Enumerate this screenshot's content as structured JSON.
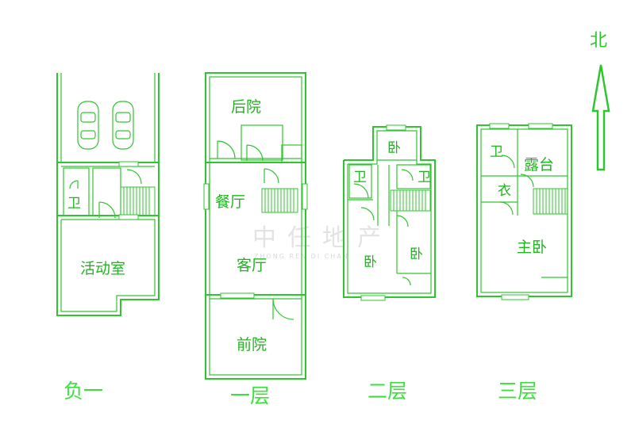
{
  "watermark": {
    "text": "中任地产",
    "sub": "ZHONG REN DI CHAN"
  },
  "north": {
    "label": "北"
  },
  "floors": [
    {
      "id": "b1",
      "label": "负一",
      "rooms": [
        {
          "id": "bath",
          "label": "卫"
        },
        {
          "id": "activity",
          "label": "活动室"
        }
      ]
    },
    {
      "id": "f1",
      "label": "一层",
      "rooms": [
        {
          "id": "backyard",
          "label": "后院"
        },
        {
          "id": "dining",
          "label": "餐厅"
        },
        {
          "id": "living",
          "label": "客厅"
        },
        {
          "id": "frontyard",
          "label": "前院"
        }
      ]
    },
    {
      "id": "f2",
      "label": "二层",
      "rooms": [
        {
          "id": "bed-top",
          "label": "卧"
        },
        {
          "id": "bath-left",
          "label": "卫"
        },
        {
          "id": "bath-right",
          "label": "卫"
        },
        {
          "id": "bed-left",
          "label": "卧"
        },
        {
          "id": "bed-right",
          "label": "卧"
        }
      ]
    },
    {
      "id": "f3",
      "label": "三层",
      "rooms": [
        {
          "id": "bath",
          "label": "卫"
        },
        {
          "id": "terrace",
          "label": "露台"
        },
        {
          "id": "closet",
          "label": "衣"
        },
        {
          "id": "master",
          "label": "主卧"
        }
      ]
    }
  ],
  "colors": {
    "wall": "#2fc52f",
    "label": "#22b322",
    "floor_label": "#3ce03c",
    "watermark": "#e3e3e3",
    "background": "#ffffff"
  }
}
